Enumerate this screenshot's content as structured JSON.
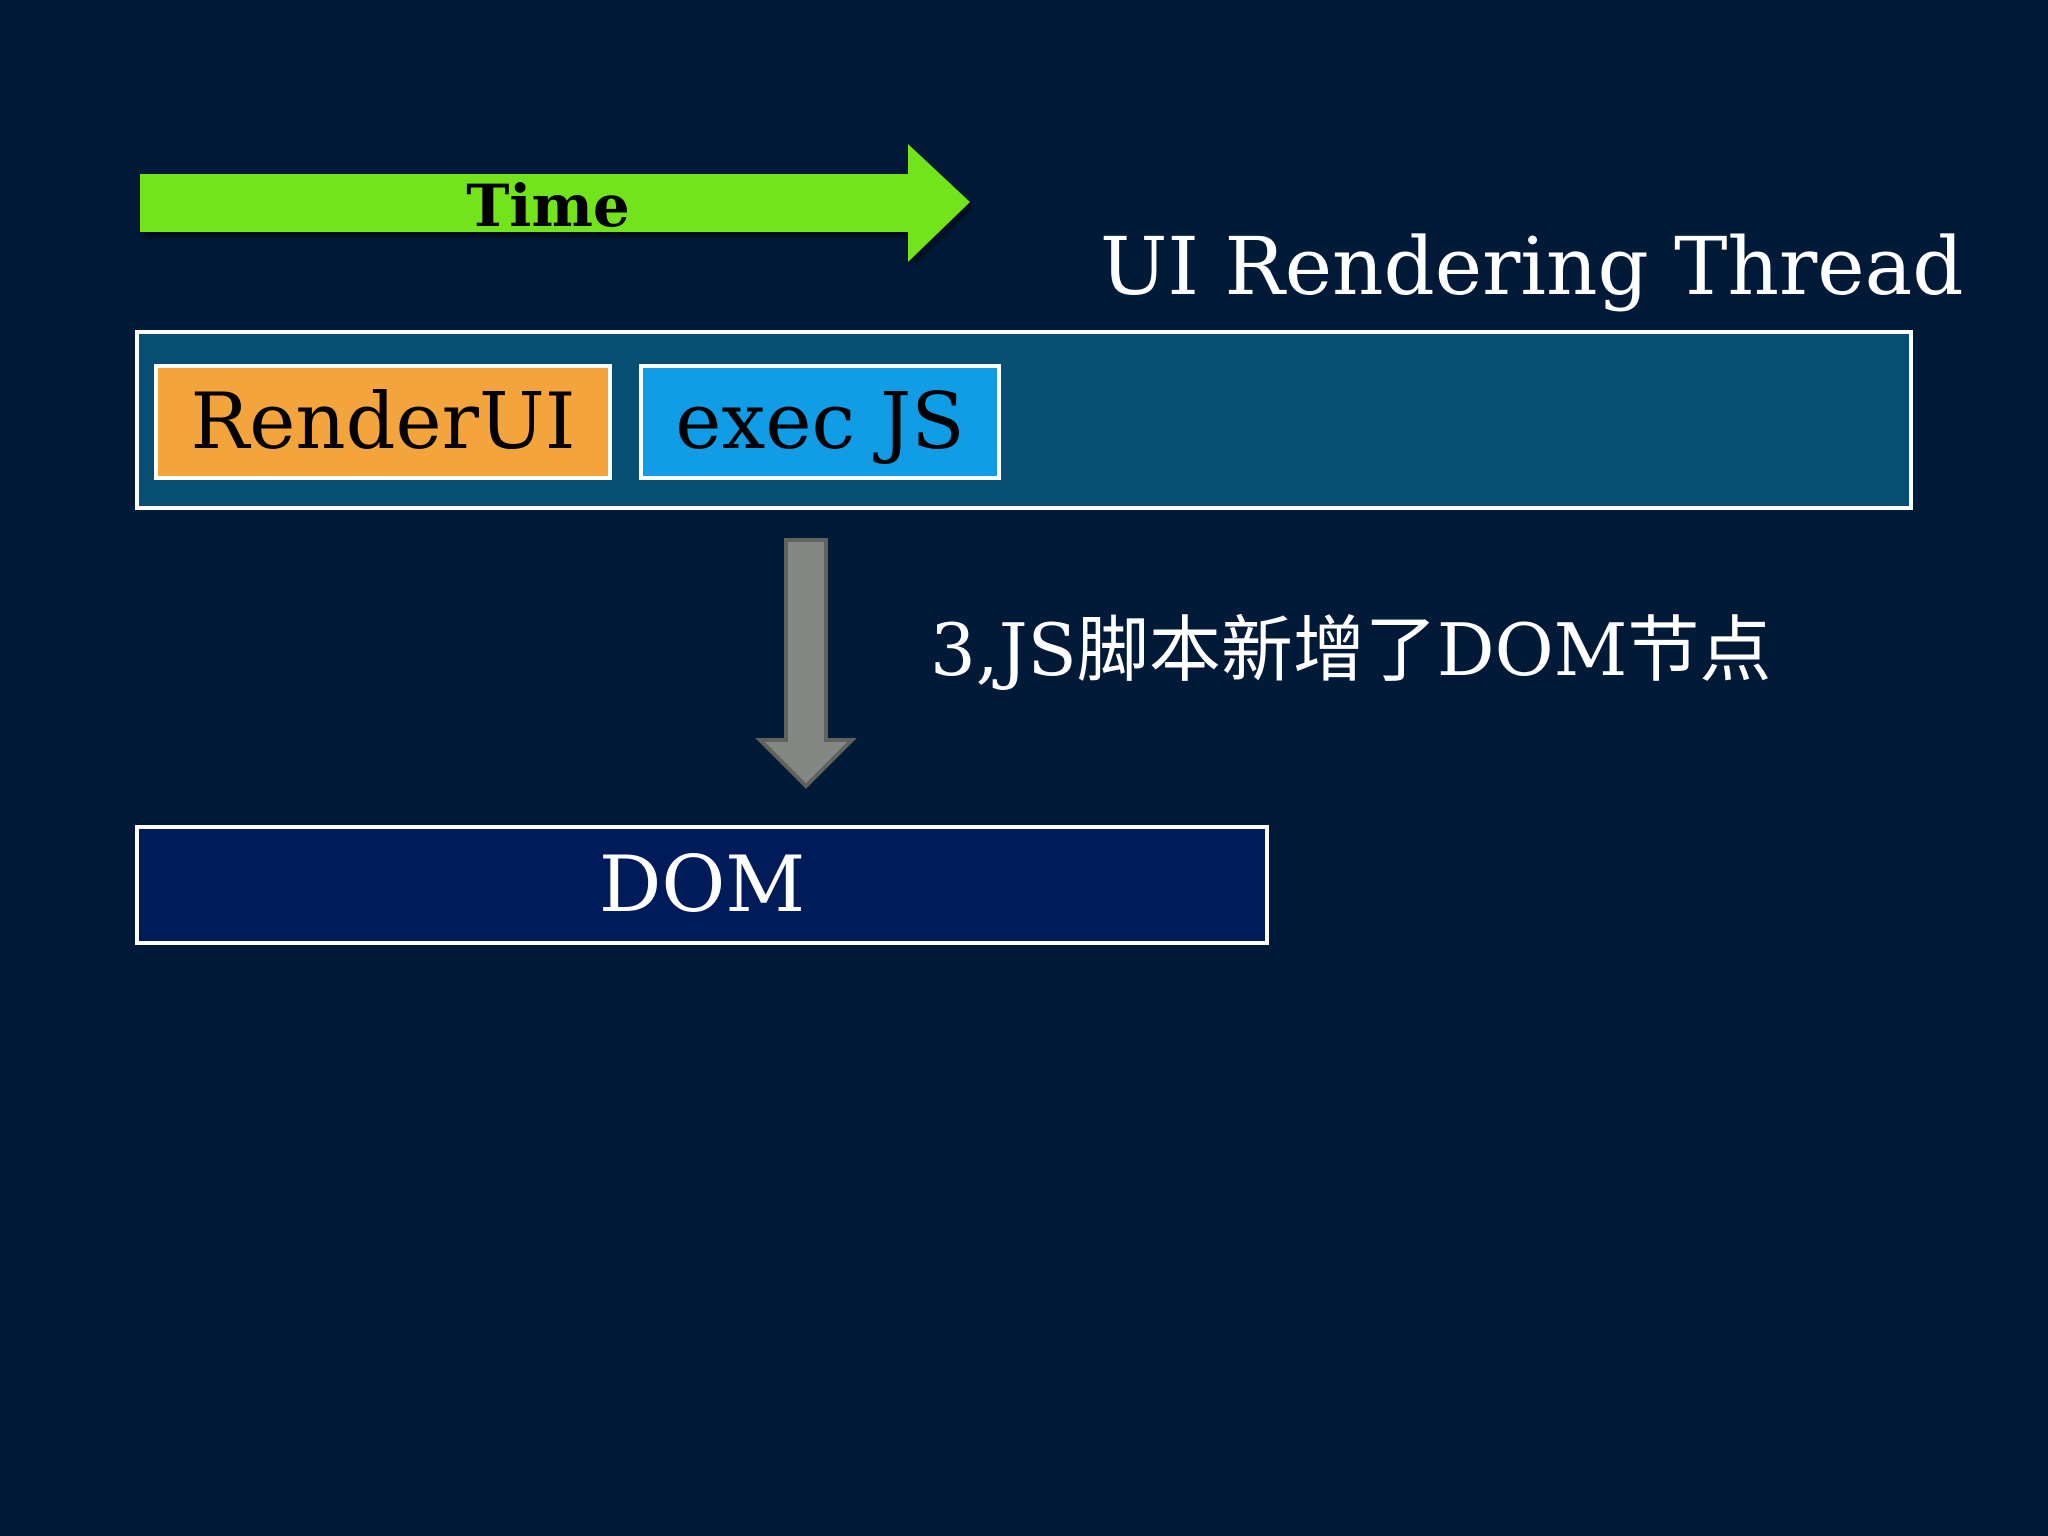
{
  "slide": {
    "background_color": "#011a38",
    "time_arrow": {
      "label": "Time",
      "color": "#72e41e",
      "direction": "right",
      "icon": "arrow-right-icon"
    },
    "thread_title": "UI Rendering Thread",
    "thread_bar": {
      "color": "#064f72",
      "tasks": [
        {
          "label": "RenderUI",
          "color": "#f4a43c"
        },
        {
          "label": "exec JS",
          "color": "#109de6"
        }
      ]
    },
    "down_arrow": {
      "color": "#858783",
      "direction": "down",
      "icon": "arrow-down-icon"
    },
    "note": "3,JS脚本新增了DOM节点",
    "dom_bar": {
      "label": "DOM",
      "color": "#001b5a"
    }
  }
}
